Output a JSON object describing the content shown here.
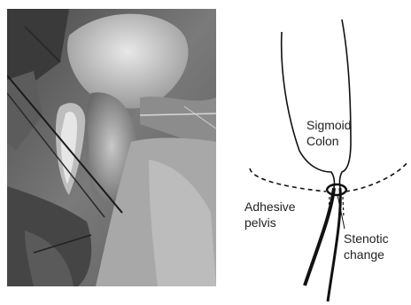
{
  "photo": {
    "description_icon": "intraoperative-photo-icon"
  },
  "diagram": {
    "labels": {
      "sigmoid_line1": "Sigmoid",
      "sigmoid_line2": "Colon",
      "adhesive_line1": "Adhesive",
      "adhesive_line2": "pelvis",
      "stenotic_line1": "Stenotic",
      "stenotic_line2": "change"
    },
    "colors": {
      "stroke": "#111111",
      "text": "#222222",
      "photo_base": "#6f6f6f"
    }
  }
}
